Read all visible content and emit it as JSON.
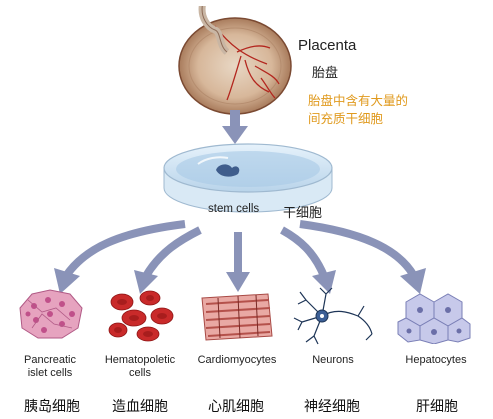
{
  "source": {
    "label_en": "Placenta",
    "label_cn": "胎盘",
    "note_line1": "胎盘中含有大量的",
    "note_line2": "间充质干细胞"
  },
  "dish": {
    "label_en": "stem cells",
    "label_cn": "干细胞"
  },
  "cells": [
    {
      "en_line1": "Pancreatic",
      "en_line2": "islet cells",
      "cn": "胰岛细胞",
      "icon": "pancreatic-islet-cells-icon"
    },
    {
      "en_line1": "Hematopoletic",
      "en_line2": "cells",
      "cn": "造血细胞",
      "icon": "hematopoietic-cells-icon"
    },
    {
      "en_line1": "Cardiomyocytes",
      "en_line2": "",
      "cn": "心肌细胞",
      "icon": "cardiomyocytes-icon"
    },
    {
      "en_line1": "Neurons",
      "en_line2": "",
      "cn": "神经细胞",
      "icon": "neurons-icon"
    },
    {
      "en_line1": "Hepatocytes",
      "en_line2": "",
      "cn": "肝细胞",
      "icon": "hepatocytes-icon"
    }
  ],
  "colors": {
    "note": "#e09a1e",
    "arrow": "#8a93b8",
    "dish": "#cfe3f3"
  }
}
